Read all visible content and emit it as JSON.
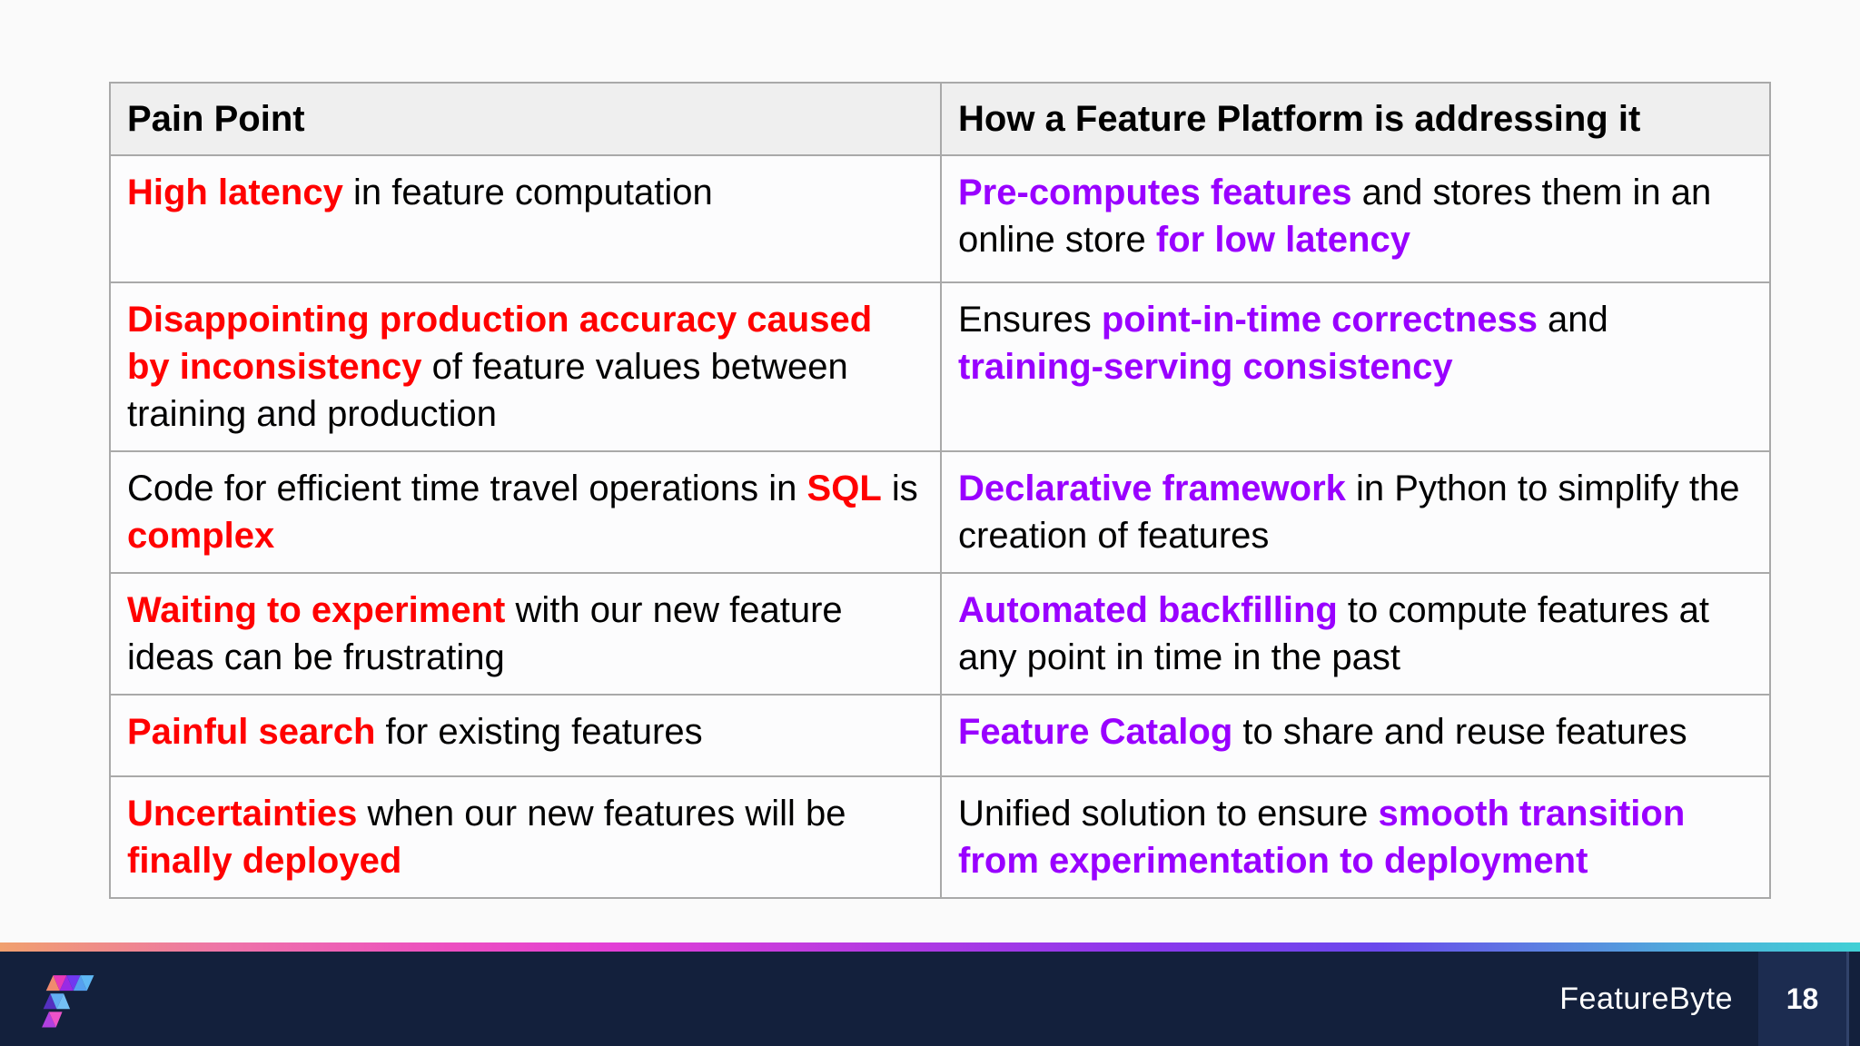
{
  "table": {
    "headers": {
      "pain": "Pain Point",
      "solution": "How a Feature Platform is addressing it"
    },
    "rows": [
      {
        "pain": [
          {
            "t": "High latency",
            "s": "red"
          },
          {
            "t": " in feature computation",
            "s": "plain"
          }
        ],
        "solution": [
          {
            "t": "Pre-computes features",
            "s": "purple"
          },
          {
            "t": " and stores them in an online store ",
            "s": "plain"
          },
          {
            "t": "for low latency",
            "s": "purple"
          }
        ]
      },
      {
        "pain": [
          {
            "t": "Disappointing production accuracy caused by inconsistency",
            "s": "red"
          },
          {
            "t": " of feature values between training and production",
            "s": "plain"
          }
        ],
        "solution": [
          {
            "t": "Ensures ",
            "s": "plain"
          },
          {
            "t": "point-in-time correctness",
            "s": "purple"
          },
          {
            "t": " and ",
            "s": "plain"
          },
          {
            "t": "training-serving consistency",
            "s": "purple"
          }
        ]
      },
      {
        "pain": [
          {
            "t": "Code for efficient time travel operations in ",
            "s": "plain"
          },
          {
            "t": "SQL",
            "s": "red"
          },
          {
            "t": " is ",
            "s": "plain"
          },
          {
            "t": "complex",
            "s": "red"
          }
        ],
        "solution": [
          {
            "t": "Declarative framework",
            "s": "purple"
          },
          {
            "t": " in Python to simplify the creation of features",
            "s": "plain"
          }
        ]
      },
      {
        "pain": [
          {
            "t": "Waiting to experiment",
            "s": "red"
          },
          {
            "t": " with our new feature ideas can be frustrating",
            "s": "plain"
          }
        ],
        "solution": [
          {
            "t": "Automated backfilling",
            "s": "purple"
          },
          {
            "t": " to compute features at any point in time in the past",
            "s": "plain"
          }
        ]
      },
      {
        "pain": [
          {
            "t": "Painful search",
            "s": "red"
          },
          {
            "t": " for existing features",
            "s": "plain"
          }
        ],
        "solution": [
          {
            "t": "Feature Catalog",
            "s": "purple"
          },
          {
            "t": " to share and reuse features",
            "s": "plain"
          }
        ]
      },
      {
        "pain": [
          {
            "t": "Uncertainties",
            "s": "red"
          },
          {
            "t": " when our new features will be ",
            "s": "plain"
          },
          {
            "t": "finally deployed",
            "s": "red"
          }
        ],
        "solution": [
          {
            "t": "Unified solution to ensure ",
            "s": "plain"
          },
          {
            "t": "smooth transition from experimentation to deployment",
            "s": "purple"
          }
        ]
      }
    ]
  },
  "footer": {
    "brand": "FeatureByte",
    "page_number": "18",
    "logo_icon": "featurebyte-logo"
  },
  "colors": {
    "pain_highlight": "#ff0000",
    "solution_highlight": "#9900ff",
    "footer_bg": "#13203c",
    "page_strip_bg": "#1c2c50",
    "header_bg": "#efefef",
    "cell_bg": "#fcfcfd",
    "slide_bg": "#fafafa",
    "border": "#a9a9a9",
    "text": "#000000",
    "footer_text": "#ffffff",
    "gradient_start": "#f0a06e",
    "gradient_mid": "#e23fd6",
    "gradient_end": "#41d0d5"
  }
}
